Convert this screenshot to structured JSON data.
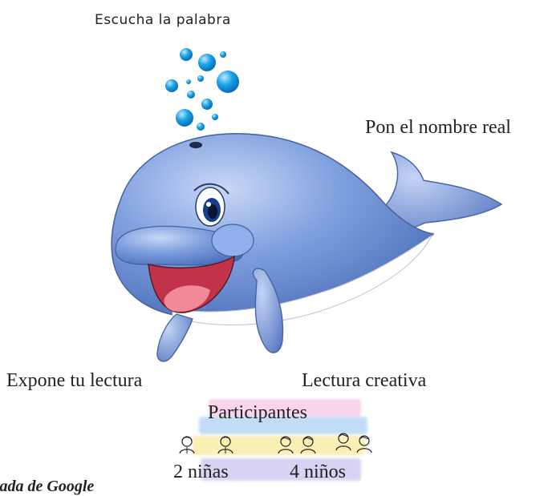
{
  "labels": {
    "listen": "Escucha la palabra",
    "real_name": "Pon el nombre real",
    "expose": "Expone tu lectura",
    "creative": "Lectura creativa",
    "participants": "Participantes",
    "girls": "2 niñas",
    "boys": "4 niños",
    "caption": "tada de Google"
  },
  "colors": {
    "whale_body": "#7d9fdc",
    "whale_belly": "#ffffff",
    "bubble": "#1aa3e8",
    "mouth": "#c2334a",
    "tongue": "#f08a96",
    "brush_pink": "#f2b3d9",
    "brush_yellow": "#f7e27a",
    "brush_blue": "#8fc3f0"
  },
  "icons": {
    "girl": "girl-outline-icon",
    "boy": "boy-outline-icon"
  }
}
